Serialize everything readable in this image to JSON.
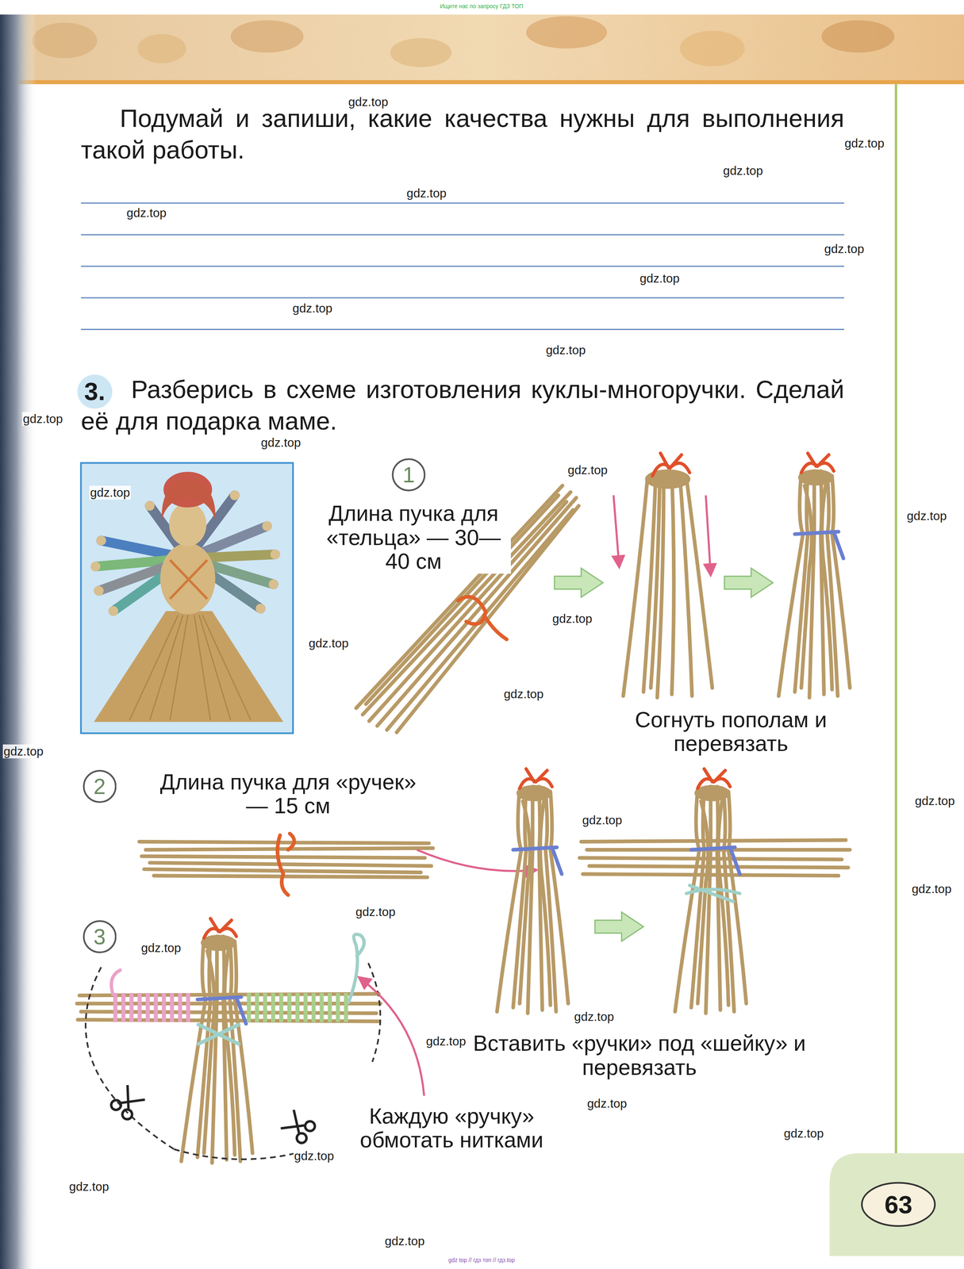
{
  "diagram": {
    "nodes": [
      {
        "text": [
          "3."
        ]
      },
      {
        "text": [
          "1"
        ]
      },
      {
        "text": [
          "2"
        ]
      },
      {
        "text": [
          "3"
        ]
      },
      {
        "text": [
          "63"
        ]
      }
    ],
    "labels": [
      "Ищите нас по запросу ГДЗ ТОП",
      "gdz.top",
      "Подумай и запиши, какие качества нужны для выполнения такой работы.",
      "gdz.top",
      "gdz.top",
      "gdz.top",
      "gdz.top",
      "gdz.top",
      "gdz.top",
      "gdz.top",
      "gdz.top",
      "Разберись в схеме изготовления куклы-многоручки. Сделай её для подарка маме.",
      "gdz.top",
      "gdz.top",
      "gdz.top",
      "gdz.top",
      "Длина пучка для «тельца» — 30—40 см",
      "gdz.top",
      "gdz.top",
      "gdz.top",
      "gdz.top",
      "Согнуть пополам и перевязать",
      "gdz.top",
      "Длина пучка для «ручек» — 15 см",
      "gdz.top",
      "gdz.top",
      "gdz.top",
      "gdz.top",
      "gdz.top",
      "gdz.top",
      "Вставить «ручки» под «шейку» и перевязать",
      "gdz.top",
      "gdz.top",
      "Каждую «ручку» обмотать нитками",
      "gdz.top",
      "gdz.top",
      "gdz.top",
      "gdz.top",
      "gdz top // гдз топ // гдз.top"
    ]
  }
}
